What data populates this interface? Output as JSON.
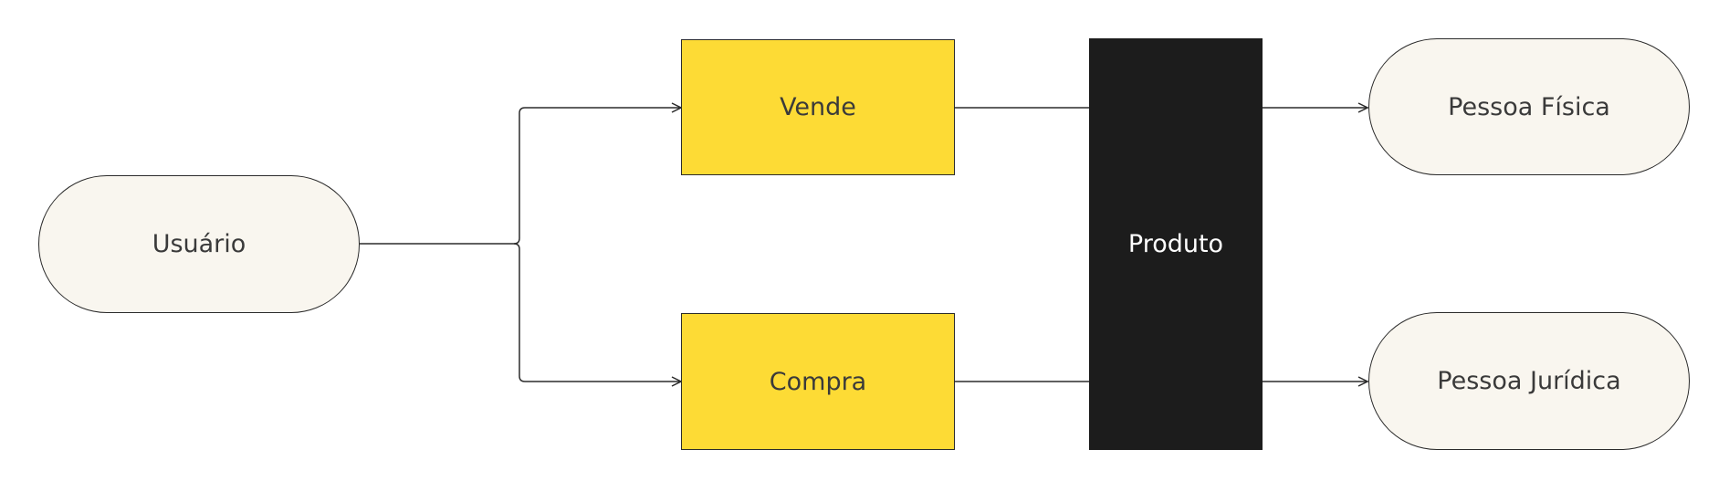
{
  "diagram": {
    "nodes": {
      "usuario": {
        "label": "Usuário"
      },
      "vende": {
        "label": "Vende"
      },
      "compra": {
        "label": "Compra"
      },
      "produto": {
        "label": "Produto"
      },
      "pessoa_fisica": {
        "label": "Pessoa Física"
      },
      "pessoa_juridica": {
        "label": "Pessoa Jurídica"
      }
    },
    "edges": [
      {
        "from": "usuario",
        "to": "vende",
        "arrow": true
      },
      {
        "from": "usuario",
        "to": "compra",
        "arrow": true
      },
      {
        "from": "vende",
        "to": "produto",
        "arrow": false
      },
      {
        "from": "compra",
        "to": "produto",
        "arrow": false
      },
      {
        "from": "produto",
        "to": "pessoa_fisica",
        "arrow": true
      },
      {
        "from": "produto",
        "to": "pessoa_juridica",
        "arrow": true
      }
    ],
    "colors": {
      "pill_fill": "#f9f6ef",
      "action_fill": "#fddb35",
      "entity_fill": "#1c1c1c",
      "stroke": "#2b2b2b"
    }
  }
}
